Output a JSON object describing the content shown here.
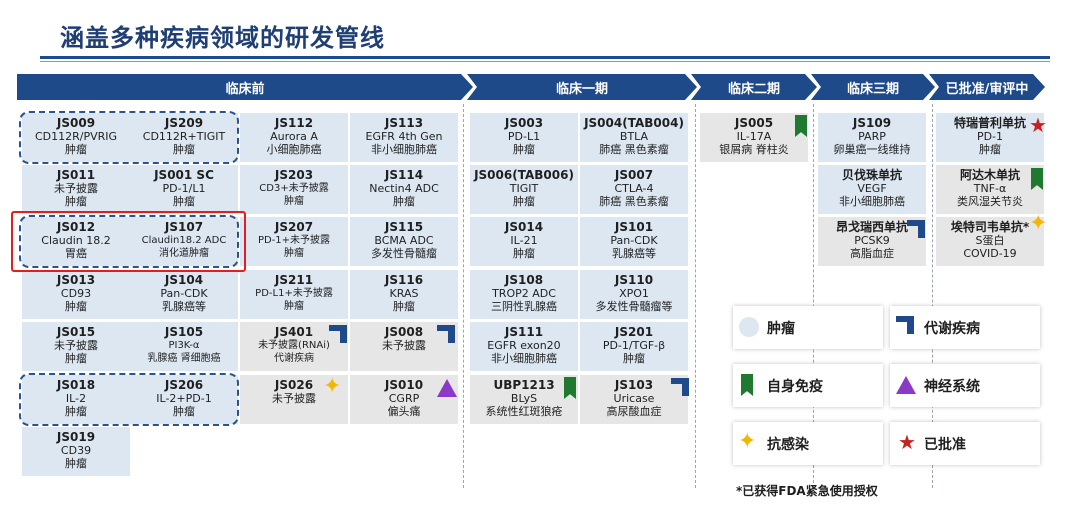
{
  "title": "涵盖多种疾病领域的研发管线",
  "phases": [
    "临床前",
    "临床一期",
    "临床二期",
    "临床三期",
    "已批准/审评中"
  ],
  "cells": [
    {
      "id": "c-js009",
      "code": "JS009",
      "lines": [
        "CD112R/PVRIG",
        "肿瘤"
      ]
    },
    {
      "id": "c-js209",
      "code": "JS209",
      "lines": [
        "CD112R+TIGIT",
        "肿瘤"
      ]
    },
    {
      "id": "c-js112",
      "code": "JS112",
      "lines": [
        "Aurora A",
        "小细胞肺癌"
      ]
    },
    {
      "id": "c-js113",
      "code": "JS113",
      "lines": [
        "EGFR 4th Gen",
        "非小细胞肺癌"
      ]
    },
    {
      "id": "c-js011",
      "code": "JS011",
      "lines": [
        "未予披露",
        "肿瘤"
      ]
    },
    {
      "id": "c-js001sc",
      "code": "JS001 SC",
      "lines": [
        "PD-1/L1",
        "肿瘤"
      ]
    },
    {
      "id": "c-js203",
      "code": "JS203",
      "lines": [
        "CD3+未予披露",
        "肿瘤"
      ]
    },
    {
      "id": "c-js114",
      "code": "JS114",
      "lines": [
        "Nectin4 ADC",
        "肿瘤"
      ]
    },
    {
      "id": "c-js012",
      "code": "JS012",
      "lines": [
        "Claudin 18.2",
        "胃癌"
      ]
    },
    {
      "id": "c-js107",
      "code": "JS107",
      "lines": [
        "Claudin18.2 ADC",
        "消化道肿瘤"
      ]
    },
    {
      "id": "c-js207",
      "code": "JS207",
      "lines": [
        "PD-1+未予披露",
        "肿瘤"
      ]
    },
    {
      "id": "c-js115",
      "code": "JS115",
      "lines": [
        "BCMA ADC",
        "多发性骨髓瘤"
      ]
    },
    {
      "id": "c-js013",
      "code": "JS013",
      "lines": [
        "CD93",
        "肿瘤"
      ]
    },
    {
      "id": "c-js104",
      "code": "JS104",
      "lines": [
        "Pan-CDK",
        "乳腺癌等"
      ]
    },
    {
      "id": "c-js211",
      "code": "JS211",
      "lines": [
        "PD-L1+未予披露",
        "肿瘤"
      ]
    },
    {
      "id": "c-js116",
      "code": "JS116",
      "lines": [
        "KRAS",
        "肿瘤"
      ]
    },
    {
      "id": "c-js015",
      "code": "JS015",
      "lines": [
        "未予披露",
        "肿瘤"
      ]
    },
    {
      "id": "c-js105",
      "code": "JS105",
      "lines": [
        "PI3K-α",
        "乳腺癌 肾细胞癌"
      ]
    },
    {
      "id": "c-js401",
      "code": "JS401",
      "lines": [
        "未予披露(RNAi)",
        "代谢疾病"
      ]
    },
    {
      "id": "c-js008",
      "code": "JS008",
      "lines": [
        "未予披露"
      ]
    },
    {
      "id": "c-js018",
      "code": "JS018",
      "lines": [
        "IL-2",
        "肿瘤"
      ]
    },
    {
      "id": "c-js206",
      "code": "JS206",
      "lines": [
        "IL-2+PD-1",
        "肿瘤"
      ]
    },
    {
      "id": "c-js026",
      "code": "JS026",
      "lines": [
        "未予披露"
      ]
    },
    {
      "id": "c-js010",
      "code": "JS010",
      "lines": [
        "CGRP",
        "偏头痛"
      ]
    },
    {
      "id": "c-js019",
      "code": "JS019",
      "lines": [
        "CD39",
        "肿瘤"
      ]
    },
    {
      "id": "c-js003",
      "code": "JS003",
      "lines": [
        "PD-L1",
        "肿瘤"
      ]
    },
    {
      "id": "c-js004",
      "code": "JS004(TAB004)",
      "lines": [
        "BTLA",
        "肺癌 黑色素瘤"
      ]
    },
    {
      "id": "c-js006",
      "code": "JS006(TAB006)",
      "lines": [
        "TIGIT",
        "肿瘤"
      ]
    },
    {
      "id": "c-js007",
      "code": "JS007",
      "lines": [
        "CTLA-4",
        "肺癌 黑色素瘤"
      ]
    },
    {
      "id": "c-js014",
      "code": "JS014",
      "lines": [
        "IL-21",
        "肿瘤"
      ]
    },
    {
      "id": "c-js101",
      "code": "JS101",
      "lines": [
        "Pan-CDK",
        "乳腺癌等"
      ]
    },
    {
      "id": "c-js108",
      "code": "JS108",
      "lines": [
        "TROP2 ADC",
        "三阴性乳腺癌"
      ]
    },
    {
      "id": "c-js110",
      "code": "JS110",
      "lines": [
        "XPO1",
        "多发性骨髓瘤等"
      ]
    },
    {
      "id": "c-js111",
      "code": "JS111",
      "lines": [
        "EGFR exon20",
        "非小细胞肺癌"
      ]
    },
    {
      "id": "c-js201",
      "code": "JS201",
      "lines": [
        "PD-1/TGF-β",
        "肿瘤"
      ]
    },
    {
      "id": "c-ubp1213",
      "code": "UBP1213",
      "lines": [
        "BLyS",
        "系统性红斑狼疮"
      ]
    },
    {
      "id": "c-js103",
      "code": "JS103",
      "lines": [
        "Uricase",
        "高尿酸血症"
      ]
    },
    {
      "id": "c-js005",
      "code": "JS005",
      "lines": [
        "IL-17A",
        "银屑病 脊柱炎"
      ]
    },
    {
      "id": "c-js109",
      "code": "JS109",
      "lines": [
        "PARP",
        "卵巢癌一线维持"
      ]
    },
    {
      "id": "c-bev",
      "code": "贝伐珠单抗",
      "lines": [
        "VEGF",
        "非小细胞肺癌"
      ]
    },
    {
      "id": "c-ongericimab",
      "code": "昂戈瑞西单抗",
      "lines": [
        "PCSK9",
        "高脂血症"
      ]
    },
    {
      "id": "c-toripalimab",
      "code": "特瑞普利单抗",
      "lines": [
        "PD-1",
        "肿瘤"
      ]
    },
    {
      "id": "c-adalimumab",
      "code": "阿达木单抗",
      "lines": [
        "TNF-α",
        "类风湿关节炎"
      ]
    },
    {
      "id": "c-etesevimab",
      "code": "埃特司韦单抗*",
      "lines": [
        "S蛋白",
        "COVID-19"
      ]
    }
  ],
  "legend": {
    "tumor": "肿瘤",
    "metabolic": "代谢疾病",
    "autoimmune": "自身免疫",
    "neuro": "神经系统",
    "antiinfective": "抗感染",
    "approved": "已批准"
  },
  "footnote": "*已获得FDA紧急使用授权",
  "colors": {
    "header": "#1e4a8a",
    "cell": "#dde7f2",
    "cell_grey": "#e6e6e6",
    "immune": "#1f7a2f",
    "neuro": "#8a39c8",
    "star": "#c8201e",
    "spark": "#f2b705"
  }
}
